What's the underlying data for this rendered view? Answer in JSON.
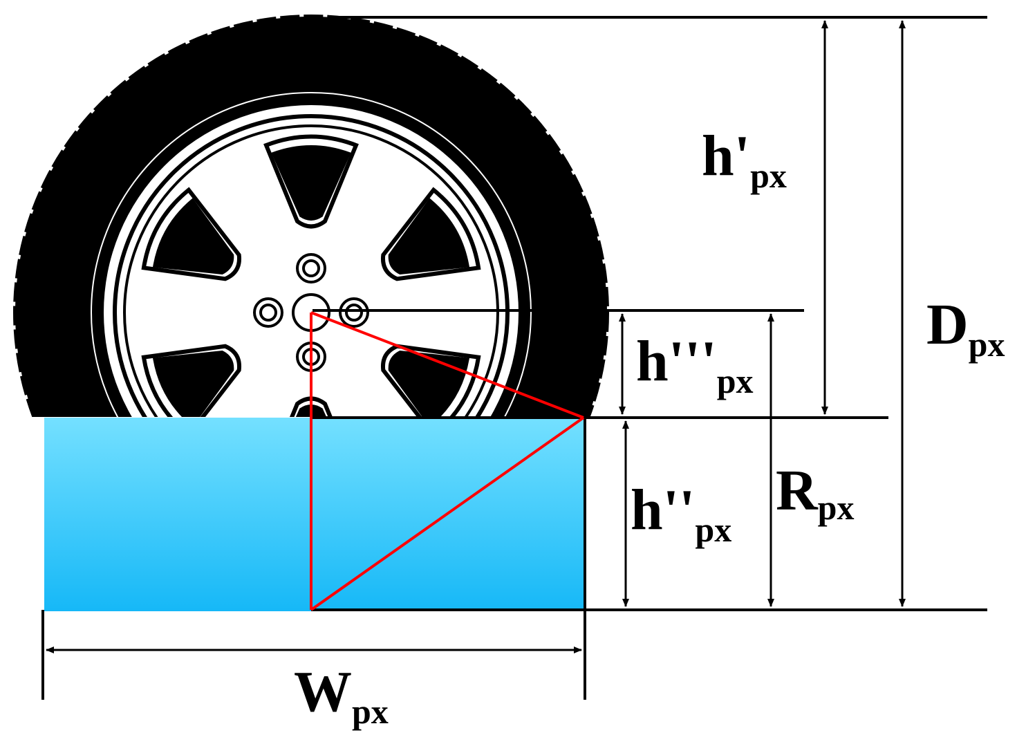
{
  "labels": {
    "h_prime": {
      "main": "h'",
      "sub": "px"
    },
    "h_triple": {
      "main": "h'''",
      "sub": "px"
    },
    "h_double": {
      "main": "h''",
      "sub": "px"
    },
    "r": {
      "main": "R",
      "sub": "px"
    },
    "d": {
      "main": "D",
      "sub": "px"
    },
    "w": {
      "main": "W",
      "sub": "px"
    }
  },
  "colors": {
    "tire": "#000000",
    "rim_face": "#ffffff",
    "water_top": "#74e0ff",
    "water_bottom": "#16b8f7",
    "triangle": "#ff0000",
    "lines": "#000000"
  },
  "icons": {
    "wheel": "wheel-icon"
  }
}
